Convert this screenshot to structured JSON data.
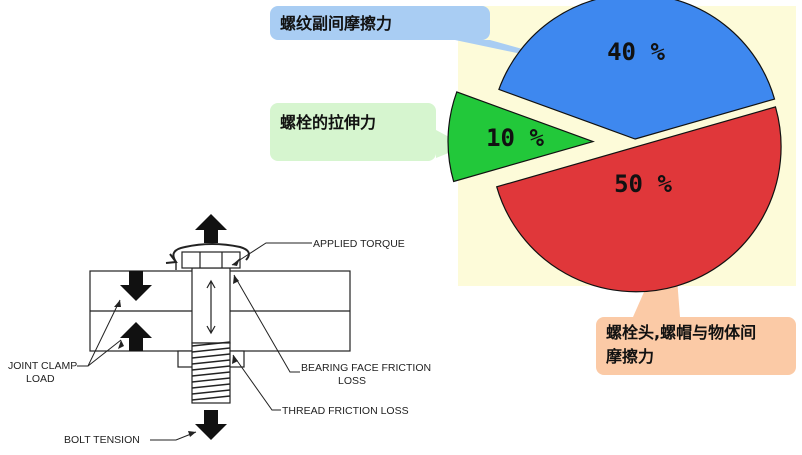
{
  "chart_data": {
    "type": "pie",
    "slices": [
      {
        "label": "螺纹副间摩擦力",
        "value": 40,
        "value_label": "40 %",
        "color": "#3e88ef"
      },
      {
        "label": "螺栓的拉伸力",
        "value": 10,
        "value_label": "10 %",
        "color": "#22c83a"
      },
      {
        "label": "螺栓头,螺帽与物体间摩擦力",
        "value": 50,
        "value_label": "50 %",
        "color": "#e0373a"
      }
    ],
    "legend": "callouts"
  },
  "callouts": {
    "thread_friction": "螺纹副间摩擦力",
    "bolt_tension": "螺栓的拉伸力",
    "head_nut_friction_line1": "螺栓头,螺帽与物体间",
    "head_nut_friction_line2": "摩擦力"
  },
  "diagram": {
    "labels": {
      "applied_torque": "APPLIED TORQUE",
      "bearing_face_line1": "BEARING FACE FRICTION",
      "bearing_face_line2": "LOSS",
      "thread_loss": "THREAD FRICTION LOSS",
      "joint_clamp_line1": "JOINT CLAMP",
      "joint_clamp_line2": "LOAD",
      "bolt_tension": "BOLT TENSION"
    }
  },
  "colors": {
    "pie_background": "#fdfbd9",
    "thread_callout": "#a9cdf3",
    "tension_callout": "#d6f5cf",
    "head_callout": "#fbcaa6"
  }
}
